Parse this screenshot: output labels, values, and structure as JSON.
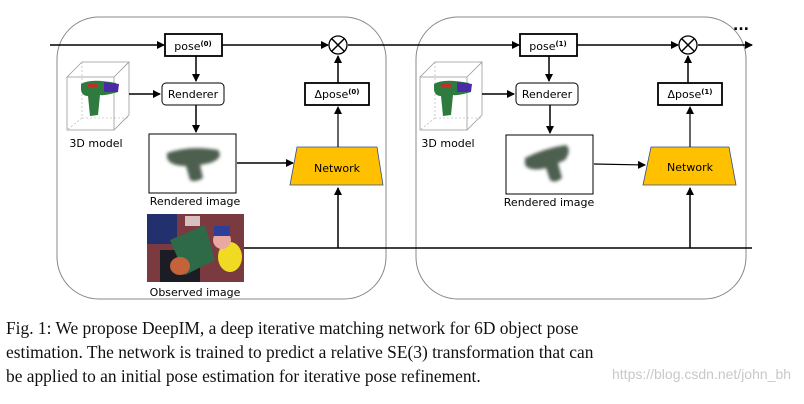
{
  "stages": [
    {
      "pose_label": "pose",
      "pose_sup": "(0)",
      "renderer": "Renderer",
      "model_label": "3D model",
      "rendered_label": "Rendered image",
      "delta_label": "Δpose",
      "delta_sup": "(0)",
      "network": "Network",
      "observed_label": "Observed image"
    },
    {
      "pose_label": "pose",
      "pose_sup": "(1)",
      "renderer": "Renderer",
      "model_label": "3D model",
      "rendered_label": "Rendered image",
      "delta_label": "Δpose",
      "delta_sup": "(1)",
      "network": "Network"
    }
  ],
  "ellipsis": "...",
  "colors": {
    "network_fill": "#FFC000",
    "stage_border": "#888888",
    "lines": "#000000"
  },
  "caption": {
    "lines": [
      "Fig. 1: We propose DeepIM, a deep iterative matching network for 6D object pose",
      "estimation. The network is trained to predict a relative SE(3) transformation that can",
      "be applied to an initial pose estimation for iterative pose refinement."
    ]
  },
  "watermark": "https://blog.csdn.net/john_bh"
}
